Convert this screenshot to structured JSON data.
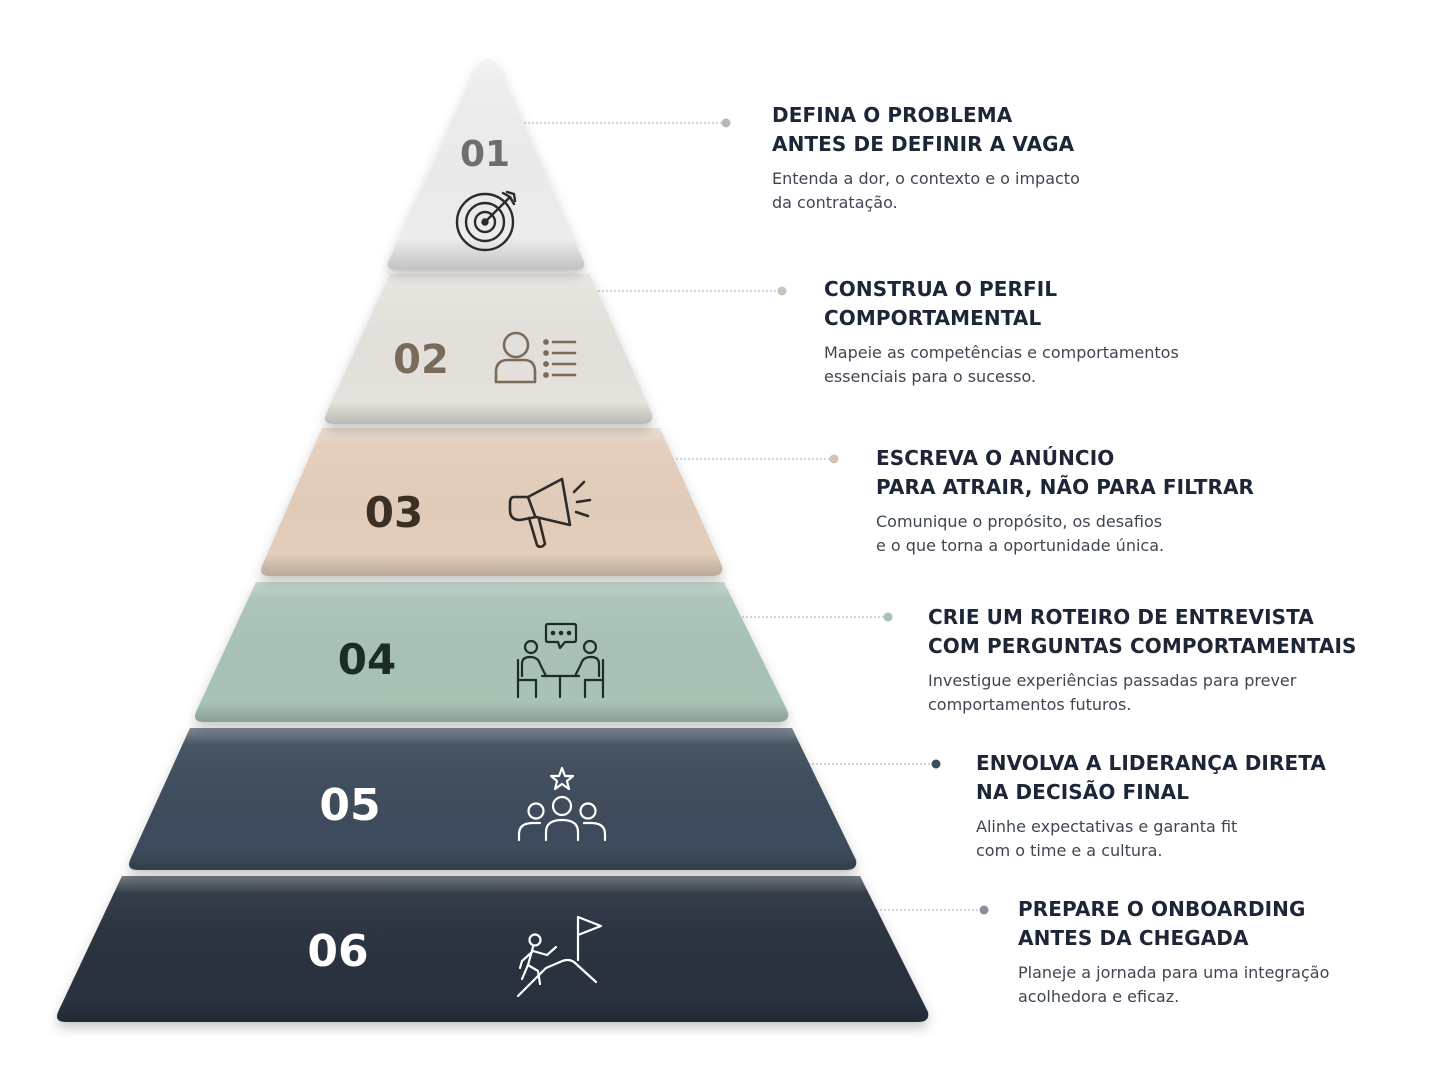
{
  "steps": [
    {
      "number": "01",
      "icon": "target-icon",
      "title": "DEFINA O PROBLEMA\nANTES DE DEFINIR A VAGA",
      "description": "Entenda a dor, o contexto e o impacto\nda contratação.",
      "fill": "#ececec",
      "number_color": "#6e6e6e"
    },
    {
      "number": "02",
      "icon": "profile-list-icon",
      "title": "CONSTRUA O PERFIL\nCOMPORTAMENTAL",
      "description": "Mapeie as competências e comportamentos\nessenciais para o sucesso.",
      "fill": "#e5e1dc",
      "number_color": "#7a6a5a"
    },
    {
      "number": "03",
      "icon": "megaphone-icon",
      "title": "ESCREVA O ANÚNCIO\nPARA ATRAIR, NÃO PARA FILTRAR",
      "description": "Comunique o propósito, os desafios\ne o que torna a oportunidade única.",
      "fill": "#e3cdbb",
      "number_color": "#3b2f26"
    },
    {
      "number": "04",
      "icon": "interview-icon",
      "title": "CRIE UM ROTEIRO DE ENTREVISTA\nCOM PERGUNTAS COMPORTAMENTAIS",
      "description": "Investigue experiências passadas para prever\ncomportamentos futuros.",
      "fill": "#a9c3b5",
      "number_color": "#1b2d25"
    },
    {
      "number": "05",
      "icon": "team-leader-icon",
      "title": "ENVOLVA A LIDERANÇA DIRETA\nNA DECISÃO FINAL",
      "description": "Alinhe expectativas e garanta fit\ncom o time e a cultura.",
      "fill": "#3e4c5c",
      "number_color": "#ffffff"
    },
    {
      "number": "06",
      "icon": "climb-flag-icon",
      "title": "PREPARE O ONBOARDING\nANTES DA CHEGADA",
      "description": "Planeje a jornada para uma integração\nacolhedora e eficaz.",
      "fill": "#29323f",
      "number_color": "#ffffff"
    }
  ]
}
